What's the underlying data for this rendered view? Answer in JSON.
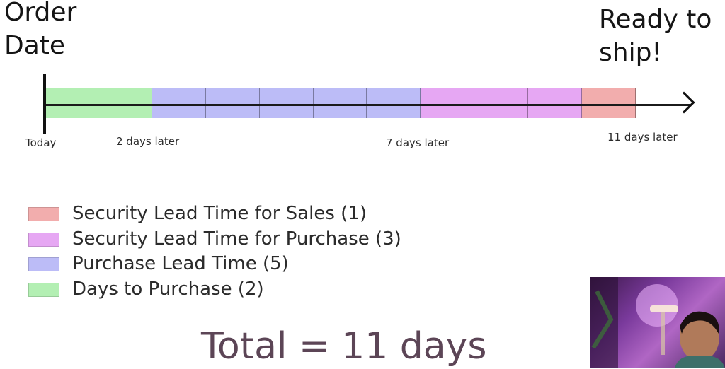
{
  "labels": {
    "order_date": "Order\nDate",
    "ready_to_ship": "Ready to\nship!"
  },
  "timeline": {
    "ticks": [
      {
        "label": "Today",
        "day": 0
      },
      {
        "label": "2 days later",
        "day": 2
      },
      {
        "label": "7 days later",
        "day": 7
      },
      {
        "label": "11 days later",
        "day": 11
      }
    ],
    "phases": [
      {
        "name": "Days to Purchase",
        "days": 2,
        "color": "#b3efb3"
      },
      {
        "name": "Purchase Lead Time",
        "days": 5,
        "color": "#bcbcf7"
      },
      {
        "name": "Security Lead Time for Purchase",
        "days": 3,
        "color": "#e6a7f3"
      },
      {
        "name": "Security Lead Time for Sales",
        "days": 1,
        "color": "#f2adad"
      }
    ]
  },
  "legend": [
    {
      "label": "Security Lead Time for Sales (1)",
      "color": "#f2adad"
    },
    {
      "label": "Security Lead Time for Purchase (3)",
      "color": "#e6a7f3"
    },
    {
      "label": "Purchase Lead Time (5)",
      "color": "#bcbcf7"
    },
    {
      "label": "Days to Purchase (2)",
      "color": "#b3efb3"
    }
  ],
  "total": "Total = 11 days",
  "webcam": {
    "icon": "presenter-webcam"
  }
}
